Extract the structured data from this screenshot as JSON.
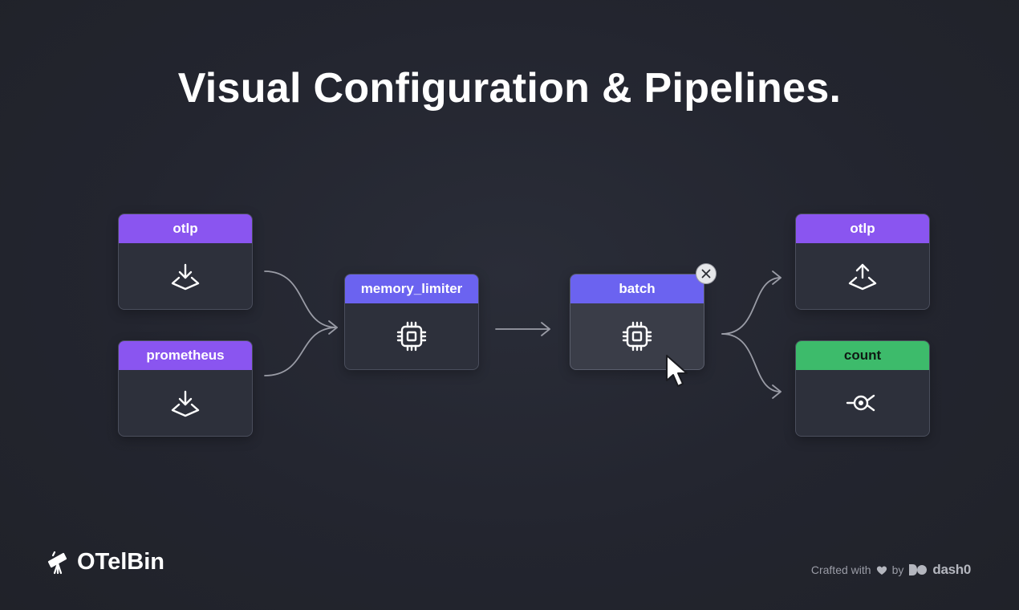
{
  "title": "Visual Configuration & Pipelines.",
  "nodes": {
    "otlp_receiver": {
      "label": "otlp",
      "kind": "receiver",
      "icon": "download-tray-icon"
    },
    "prometheus_receiver": {
      "label": "prometheus",
      "kind": "receiver",
      "icon": "download-tray-icon"
    },
    "memory_limiter": {
      "label": "memory_limiter",
      "kind": "processor",
      "icon": "cpu-chip-icon"
    },
    "batch": {
      "label": "batch",
      "kind": "processor",
      "icon": "cpu-chip-icon",
      "selected": true
    },
    "otlp_exporter": {
      "label": "otlp",
      "kind": "exporter",
      "icon": "upload-tray-icon"
    },
    "count_connector": {
      "label": "count",
      "kind": "connector",
      "icon": "connector-icon"
    }
  },
  "edges": [
    {
      "from": "otlp_receiver",
      "to": "memory_limiter"
    },
    {
      "from": "prometheus_receiver",
      "to": "memory_limiter"
    },
    {
      "from": "memory_limiter",
      "to": "batch"
    },
    {
      "from": "batch",
      "to": "otlp_exporter"
    },
    {
      "from": "batch",
      "to": "count_connector"
    }
  ],
  "colors": {
    "receiver": "#8a55f0",
    "processor": "#6b63f0",
    "exporter": "#8a55f0",
    "connector": "#3dbb6b",
    "background": "#23252f"
  },
  "brand": {
    "name": "OTelBin",
    "icon": "telescope-icon"
  },
  "credit": {
    "prefix": "Crafted with",
    "heart_icon": "heart-icon",
    "by": "by",
    "company": "dash0",
    "company_icon": "dash0-logo-icon"
  }
}
